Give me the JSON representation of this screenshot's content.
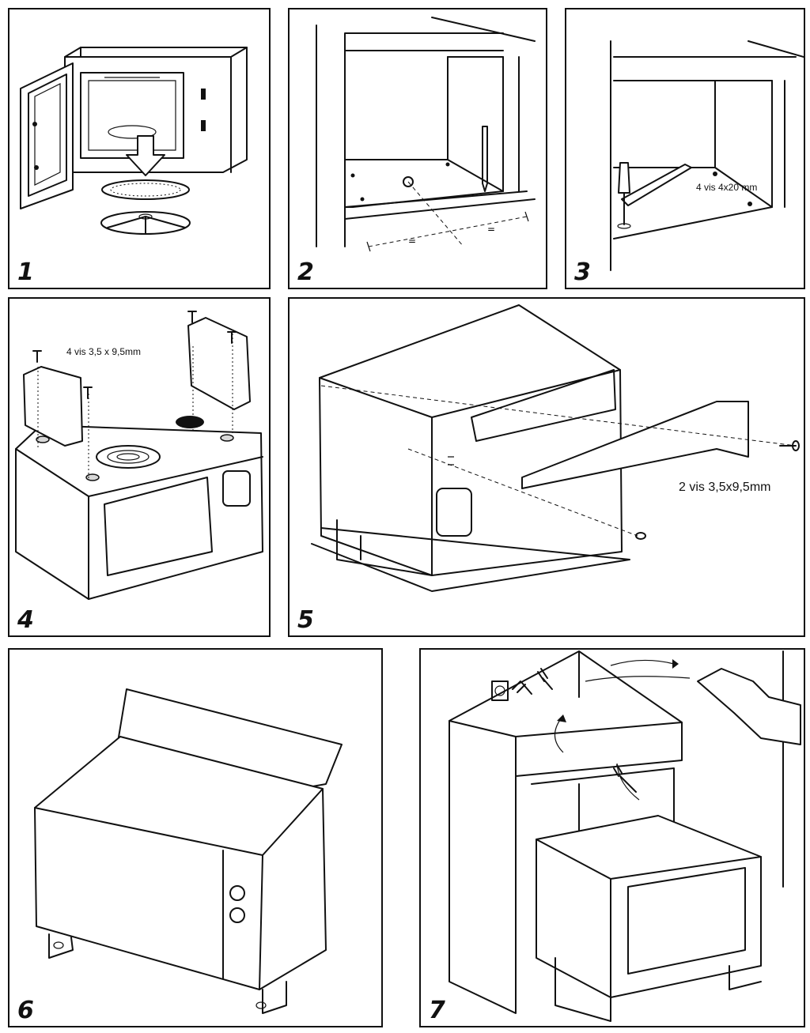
{
  "steps": [
    {
      "number": "1",
      "caption": ""
    },
    {
      "number": "2",
      "caption": ""
    },
    {
      "number": "3",
      "caption": "4 vis 4x20 mm"
    },
    {
      "number": "4",
      "caption": "4 vis 3,5 x 9,5mm"
    },
    {
      "number": "5",
      "caption": "2 vis 3,5x9,5mm"
    },
    {
      "number": "6",
      "caption": ""
    },
    {
      "number": "7",
      "caption": ""
    }
  ],
  "icons": {
    "step1": [
      "microwave-icon",
      "turntable-plate-icon",
      "roller-ring-icon",
      "arrow-down-icon"
    ],
    "step2": [
      "cabinet-icon",
      "pencil-icon",
      "measure-line-icon"
    ],
    "step3": [
      "cabinet-icon",
      "screwdriver-icon",
      "bracket-icon",
      "screw-icon"
    ],
    "step4": [
      "microwave-icon",
      "bracket-icon",
      "screw-icon"
    ],
    "step5": [
      "microwave-icon",
      "bracket-icon",
      "screw-icon"
    ],
    "step6": [
      "microwave-icon",
      "packaging-icon"
    ],
    "step7": [
      "cabinet-icon",
      "microwave-icon",
      "power-outlet-icon",
      "plug-icon",
      "hand-icon",
      "arrow-icon"
    ]
  }
}
